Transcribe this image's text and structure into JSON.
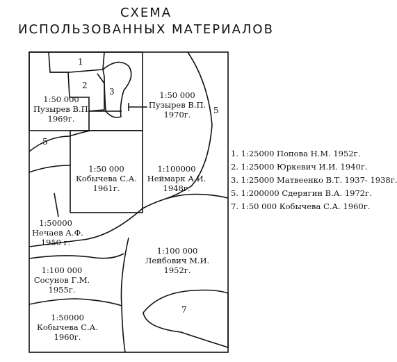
{
  "title": {
    "line1": "СХЕМА",
    "line2": "ИСПОЛЬЗОВАННЫХ МАТЕРИАЛОВ"
  },
  "regions": {
    "r1": "1",
    "r2": "2",
    "r3": "3",
    "r5_top": "5",
    "r5_left": "5",
    "r7": "7",
    "puzyrev_left": {
      "scale": "1:50 000",
      "author": "Пузырев В.П.",
      "year": "1969г."
    },
    "puzyrev_right": {
      "scale": "1:50 000",
      "author": "Пузырев В.П.",
      "year": "1970г."
    },
    "kobycheva_center": {
      "scale": "1:50 000",
      "author": "Кобычева С.А.",
      "year": "1961г."
    },
    "neimark": {
      "scale": "1:100000",
      "author": "Неймарк А.И.",
      "year": "1948г."
    },
    "nechaev": {
      "scale": "1:50000",
      "author": "Нечаев А.Ф.",
      "year": "1950 г."
    },
    "leibovich": {
      "scale": "1:100 000",
      "author": "Лейбович М.И.",
      "year": "1952г."
    },
    "sosunov": {
      "scale": "1:100 000",
      "author": "Сосунов Г.М.",
      "year": "1955г."
    },
    "kobycheva_bottom": {
      "scale": "1:50000",
      "author": "Кобычева С.А.",
      "year": "1960г."
    }
  },
  "legend": [
    "1. 1:25000 Попова Н.М. 1952г.",
    "2. 1:25000 Юркевич И.И. 1940г.",
    "3. 1:25000 Матвеенко В.Т. 1937- 1938г.г.",
    "5. 1:200000 Сдерягин В.А. 1972г.",
    "7. 1:50 000 Кобычева С.А. 1960г."
  ]
}
